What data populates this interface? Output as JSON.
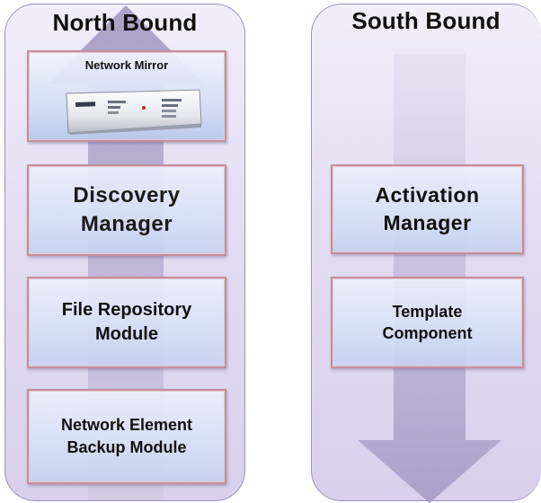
{
  "north_bound": {
    "title": "North Bound",
    "modules": {
      "network_mirror": {
        "title": "Network Mirror"
      },
      "discovery_manager": {
        "line1": "Discovery",
        "line2": "Manager"
      },
      "file_repository": {
        "line1": "File Repository",
        "line2": "Module"
      },
      "backup": {
        "line1": "Network Element",
        "line2": "Backup Module"
      }
    },
    "arrow_direction": "up"
  },
  "south_bound": {
    "title": "South Bound",
    "modules": {
      "activation_manager": {
        "line1": "Activation",
        "line2": "Manager"
      },
      "template_component": {
        "line1": "Template",
        "line2": "Component"
      }
    },
    "arrow_direction": "down"
  },
  "colors": {
    "panel_border": "#9a92bc",
    "panel_fill": "#e3ddf2",
    "module_border": "#c48e9c",
    "module_fill": "#d6e0f6",
    "arrow_fill": "#b7aed0"
  }
}
